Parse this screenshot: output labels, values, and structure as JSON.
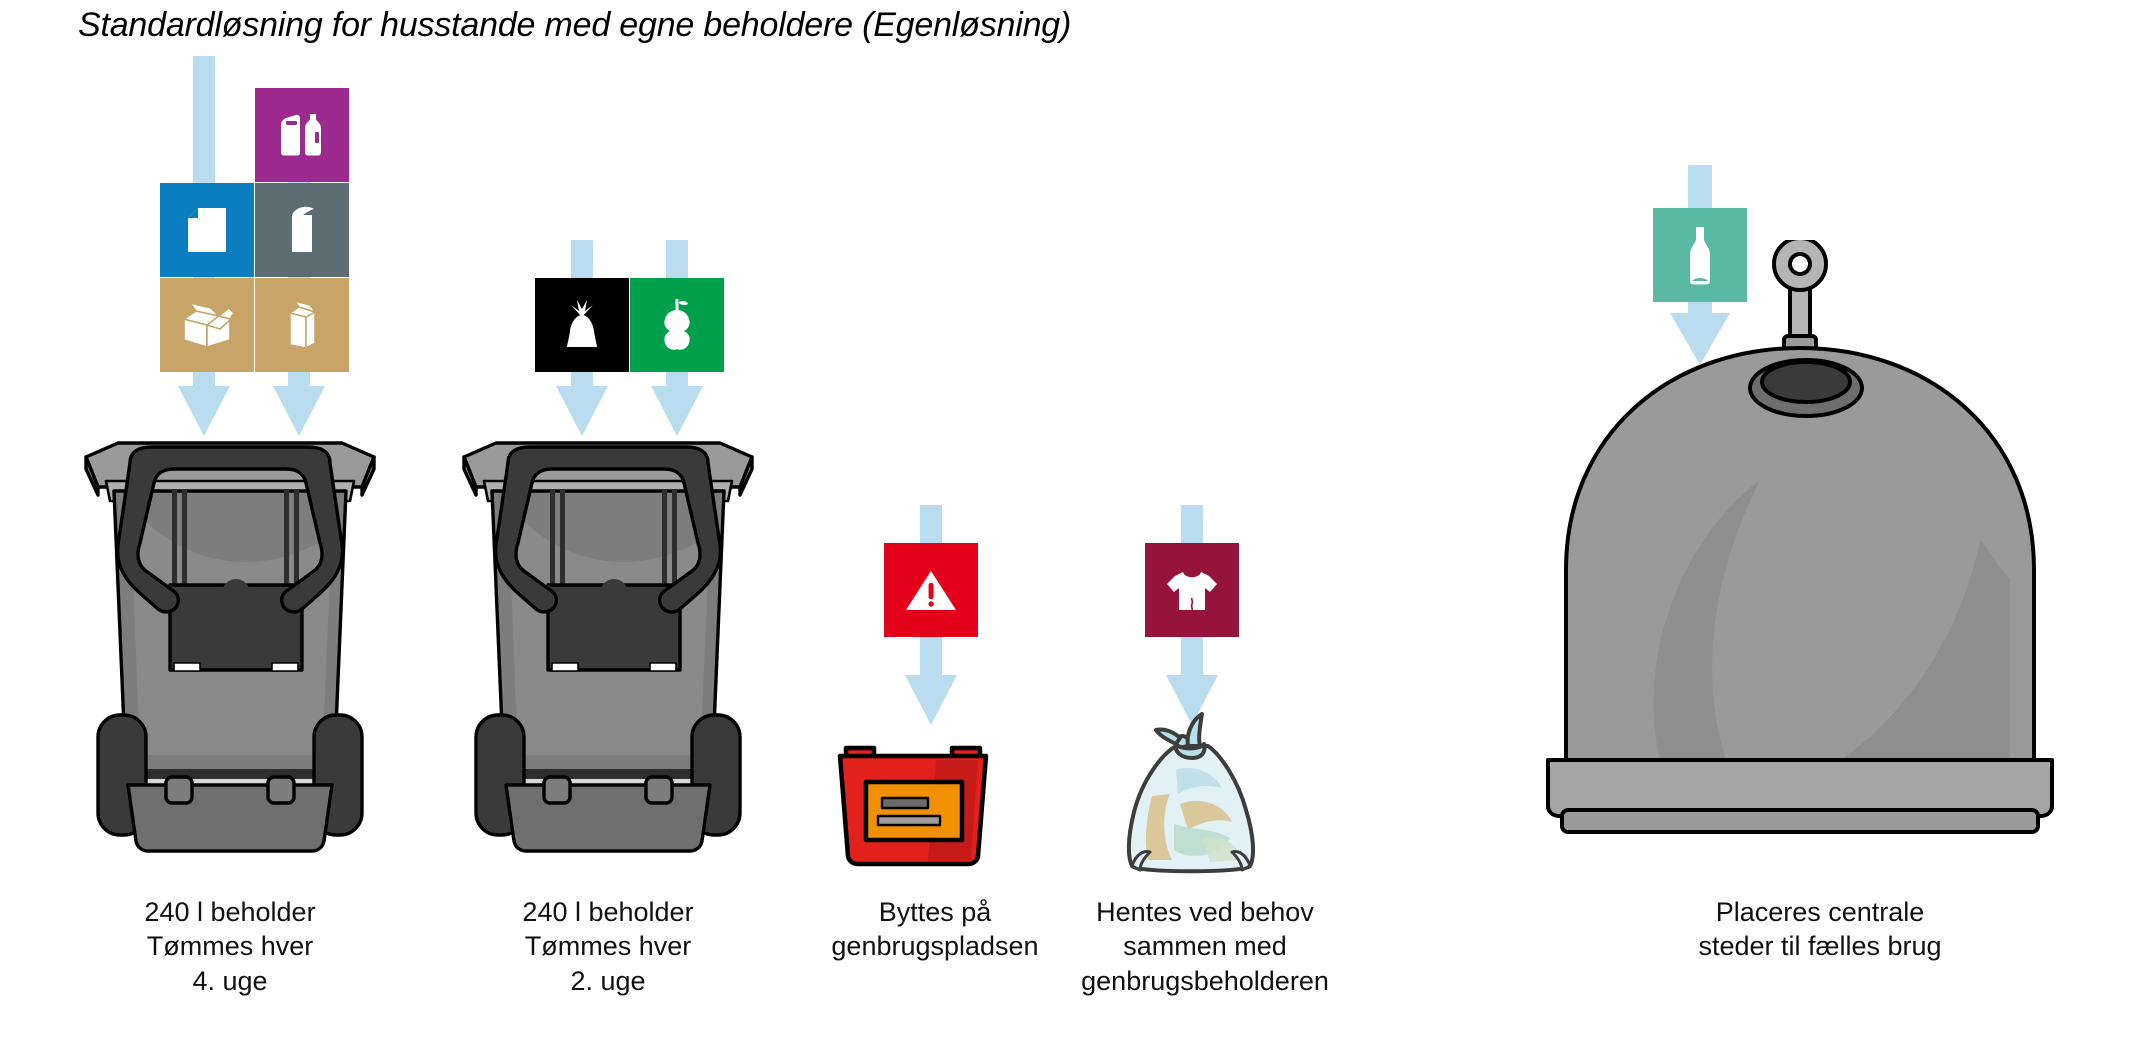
{
  "title": "Standardløsning for husstande med egne beholdere (Egenløsning)",
  "palette": {
    "arrow_blue": "#b9ddef",
    "paper_blue": "#0b7ec0",
    "plastic_purple": "#9c2a8f",
    "metal_grey": "#5b6c73",
    "cardboard_tan": "#c9a469",
    "carton_tan": "#c9a469",
    "residual_black": "#000000",
    "food_green": "#00a04a",
    "hazard_red": "#e3001b",
    "textile_burgundy": "#96133c",
    "glass_teal": "#5ab9a4",
    "bin_body": "#7d7d7d",
    "bin_lid": "#9a9a9a",
    "bin_dark": "#3a3a3a",
    "igloo_body": "#9a9a9a",
    "box_red": "#e2211c",
    "box_orange": "#f29100",
    "bag_blue": "#cfe7ef"
  },
  "groups": [
    {
      "id": "recyclables-bin",
      "name": "240 l genbrugsbeholder",
      "fractions": [
        {
          "id": "plastic",
          "label": "Plast",
          "icon": "plastic-bottle-icon",
          "color": "#9c2a8f"
        },
        {
          "id": "paper",
          "label": "Papir",
          "icon": "paper-sheet-icon",
          "color": "#0b7ec0"
        },
        {
          "id": "metal",
          "label": "Metal",
          "icon": "metal-can-icon",
          "color": "#5b6c73"
        },
        {
          "id": "cardboard",
          "label": "Pap",
          "icon": "cardboard-box-icon",
          "color": "#c9a469"
        },
        {
          "id": "carton",
          "label": "Mad- og drikkekartoner",
          "icon": "beverage-carton-icon",
          "color": "#c9a469"
        }
      ],
      "caption": "240 l beholder\nTømmes hver\n4. uge",
      "caption_lines": [
        "240 l beholder",
        "Tømmes hver",
        "4. uge"
      ]
    },
    {
      "id": "residual-food-bin",
      "name": "240 l rest- og madaffaldsbeholder",
      "fractions": [
        {
          "id": "residual",
          "label": "Restaffald",
          "icon": "waste-bag-icon",
          "color": "#000000"
        },
        {
          "id": "food",
          "label": "Madaffald",
          "icon": "apple-core-icon",
          "color": "#00a04a"
        }
      ],
      "caption": "240 l beholder\nTømmes hver\n2. uge",
      "caption_lines": [
        "240 l beholder",
        "Tømmes hver",
        "2. uge"
      ]
    },
    {
      "id": "hazardous-box",
      "name": "Miljøkasse",
      "fractions": [
        {
          "id": "hazardous",
          "label": "Farligt affald",
          "icon": "warning-triangle-icon",
          "color": "#e3001b"
        }
      ],
      "caption": "Byttes på\ngenbrugspladsen",
      "caption_lines": [
        "Byttes på",
        "genbrugspladsen"
      ]
    },
    {
      "id": "textile-bag",
      "name": "Tekstilsæk",
      "fractions": [
        {
          "id": "textile",
          "label": "Tekstilaffald",
          "icon": "tshirt-icon",
          "color": "#96133c"
        }
      ],
      "caption": "Hentes ved behov\nsammen med\ngenbrugsbeholderen",
      "caption_lines": [
        "Hentes ved behov",
        "sammen med",
        "genbrugsbeholderen"
      ]
    },
    {
      "id": "glass-igloo",
      "name": "Glaskube",
      "fractions": [
        {
          "id": "glass",
          "label": "Glas",
          "icon": "glass-bottle-icon",
          "color": "#5ab9a4"
        }
      ],
      "caption": "Placeres centrale\nsteder til fælles brug",
      "caption_lines": [
        "Placeres centrale",
        "steder til fælles brug"
      ]
    }
  ]
}
